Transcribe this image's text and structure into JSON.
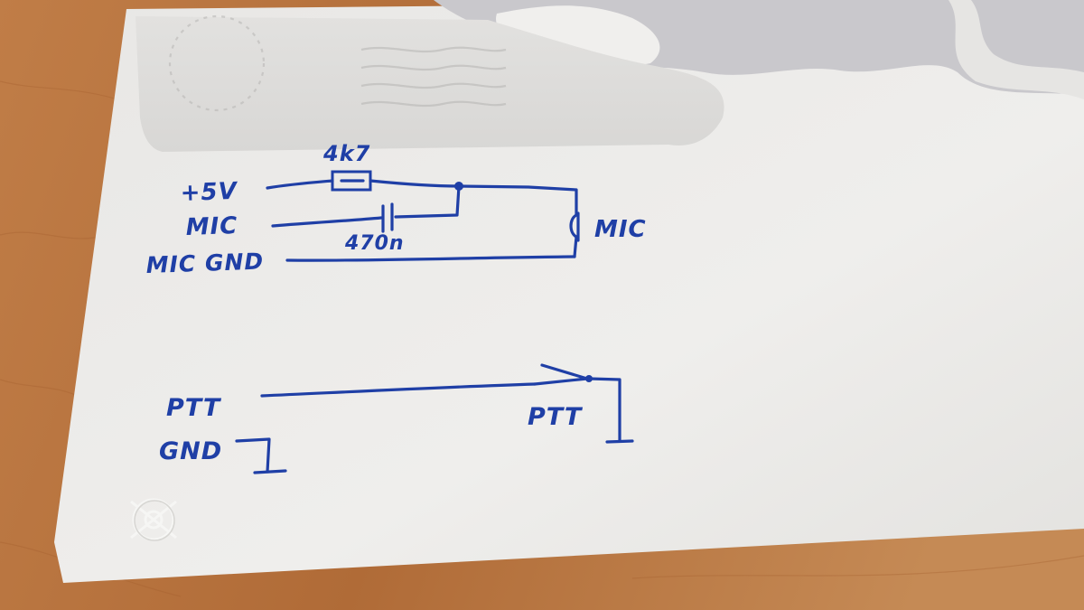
{
  "labels": {
    "plus5v": "+5V",
    "mic": "MIC",
    "micgnd": "MIC GND",
    "ptt": "PTT",
    "gnd": "GND"
  },
  "components": {
    "resistor_value": "4k7",
    "capacitor_value": "470n",
    "microphone_label": "MIC",
    "switch_label": "PTT"
  },
  "colors": {
    "ink": "#1f3fa6",
    "table": "#b8743f",
    "paper": "#ecebe8"
  },
  "icons": {
    "postmark": "postal-horn-embossed-icon"
  }
}
